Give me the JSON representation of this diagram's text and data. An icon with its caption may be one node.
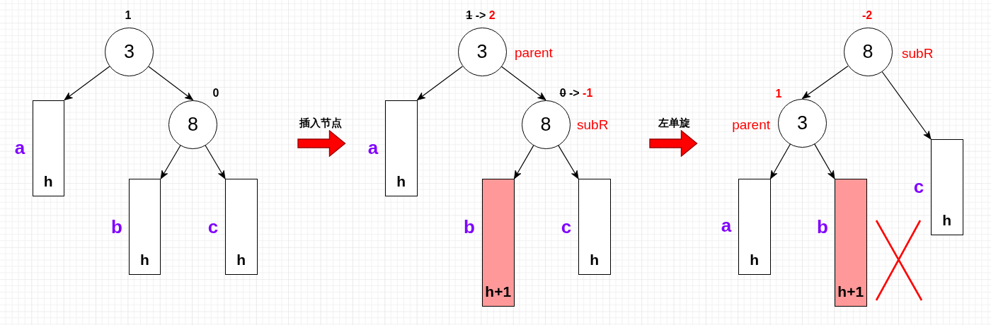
{
  "diagram": {
    "nodes": [
      {
        "text": [
          "3"
        ],
        "beside": [
          "1"
        ]
      },
      {
        "text": [
          "h"
        ],
        "beside": [
          "a"
        ]
      },
      {
        "text": [
          "8"
        ],
        "beside": [
          "0"
        ]
      },
      {
        "text": [
          "h"
        ],
        "beside": [
          "b"
        ]
      },
      {
        "text": [
          "h"
        ],
        "beside": [
          "c"
        ]
      },
      {
        "text": [
          "3"
        ],
        "beside": [
          "1 -> 2",
          "parent"
        ]
      },
      {
        "text": [
          "h"
        ],
        "beside": [
          "a"
        ]
      },
      {
        "text": [
          "8"
        ],
        "beside": [
          "0 -> -1",
          "subR"
        ]
      },
      {
        "text": [
          "h+1"
        ],
        "beside": [
          "b"
        ]
      },
      {
        "text": [
          "h"
        ],
        "beside": [
          "c"
        ]
      },
      {
        "text": [
          "8"
        ],
        "beside": [
          "-2",
          "subR"
        ]
      },
      {
        "text": [
          "3"
        ],
        "beside": [
          "1",
          "parent"
        ]
      },
      {
        "text": [
          "h"
        ],
        "beside": [
          "a"
        ]
      },
      {
        "text": [
          "h+1"
        ],
        "beside": [
          "b"
        ]
      },
      {
        "text": [
          "h"
        ],
        "beside": [
          "c"
        ]
      }
    ],
    "edges": [
      {
        "from": 0,
        "to": 1,
        "arrow": "to"
      },
      {
        "from": 0,
        "to": 2,
        "arrow": "to"
      },
      {
        "from": 2,
        "to": 3,
        "arrow": "to"
      },
      {
        "from": 2,
        "to": 4,
        "arrow": "to"
      },
      {
        "from": 5,
        "to": 6,
        "arrow": "to"
      },
      {
        "from": 5,
        "to": 7,
        "arrow": "to"
      },
      {
        "from": 7,
        "to": 8,
        "arrow": "to"
      },
      {
        "from": 7,
        "to": 9,
        "arrow": "to"
      },
      {
        "from": 10,
        "to": 11,
        "arrow": "to"
      },
      {
        "from": 10,
        "to": 14,
        "arrow": "to"
      },
      {
        "from": 11,
        "to": 12,
        "arrow": "to"
      },
      {
        "from": 11,
        "to": 13,
        "arrow": "to"
      }
    ],
    "labels": [
      "插入节点",
      "左单旋"
    ]
  }
}
